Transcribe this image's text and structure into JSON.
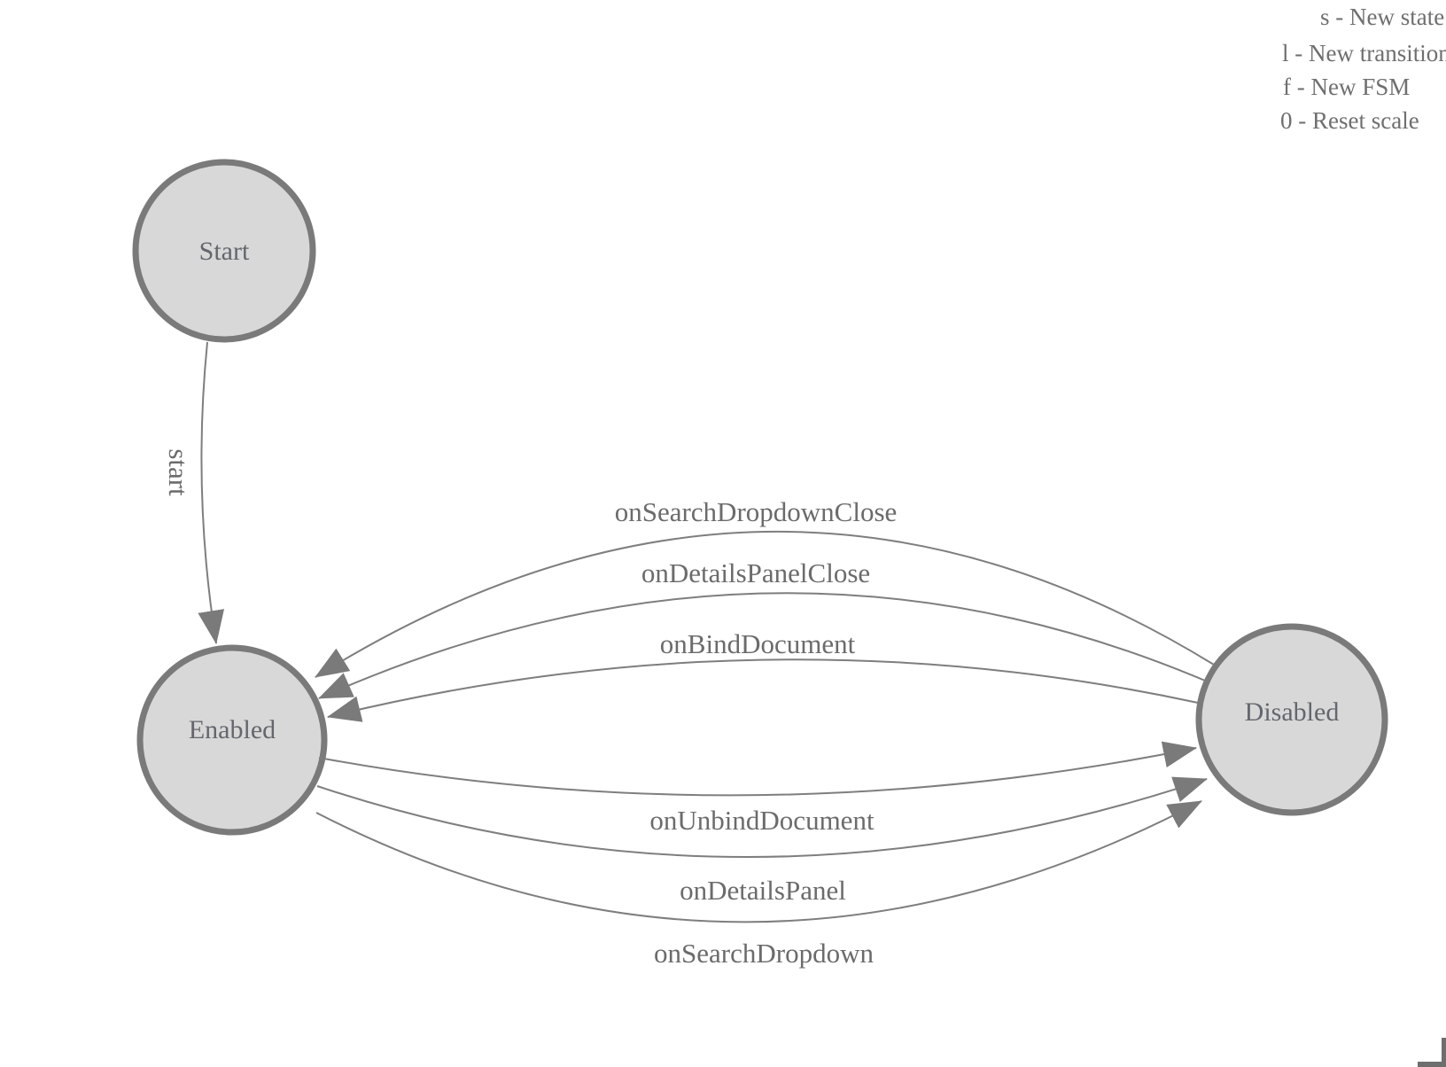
{
  "legend": {
    "lines": [
      {
        "text": "s - New state"
      },
      {
        "text": "l - New transition"
      },
      {
        "text": "f - New FSM"
      },
      {
        "text": "0 - Reset scale"
      }
    ]
  },
  "diagram": {
    "states": [
      {
        "id": "start",
        "label": "Start"
      },
      {
        "id": "enabled",
        "label": "Enabled"
      },
      {
        "id": "disabled",
        "label": "Disabled"
      }
    ],
    "transitions": [
      {
        "label": "start",
        "from": "Start",
        "to": "Enabled"
      },
      {
        "label": "onSearchDropdownClose",
        "from": "Disabled",
        "to": "Enabled"
      },
      {
        "label": "onDetailsPanelClose",
        "from": "Disabled",
        "to": "Enabled"
      },
      {
        "label": "onBindDocument",
        "from": "Disabled",
        "to": "Enabled"
      },
      {
        "label": "onUnbindDocument",
        "from": "Enabled",
        "to": "Disabled"
      },
      {
        "label": "onDetailsPanel",
        "from": "Enabled",
        "to": "Disabled"
      },
      {
        "label": "onSearchDropdown",
        "from": "Enabled",
        "to": "Disabled"
      }
    ]
  },
  "colors": {
    "state_fill": "#d8d8d8",
    "state_stroke": "#7a7a7a",
    "edge_stroke": "#7e7e7e",
    "label_text": "#6b6b6b",
    "legend_text": "#6f6f6f"
  }
}
